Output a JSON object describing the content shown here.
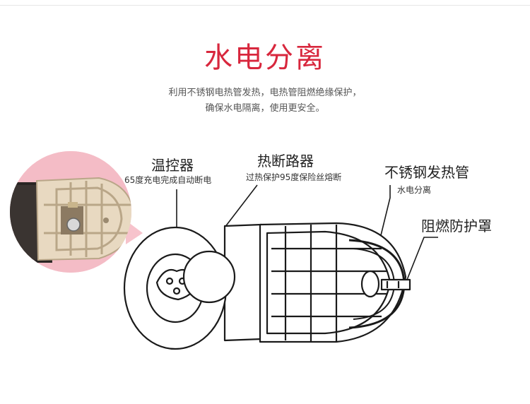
{
  "page": {
    "title": "水电分离",
    "description": [
      "利用不锈钢电热管发热，电热管阻燃绝缘保护，",
      "确保水电隔离，使用更安全。"
    ]
  },
  "labels": {
    "thermostat": {
      "name": "温控器",
      "note": "65度充电完成自动断电"
    },
    "fuse": {
      "name": "热断路器",
      "note": "过热保护95度保险丝熔断"
    },
    "heating_tube": {
      "name": "不锈钢发热管",
      "note": "水电分离"
    },
    "cover": {
      "name": "阻燃防护罩"
    }
  },
  "colors": {
    "title": "#d8273d",
    "callout_bg": "#f7c3cc",
    "line": "#1a1a1a"
  }
}
